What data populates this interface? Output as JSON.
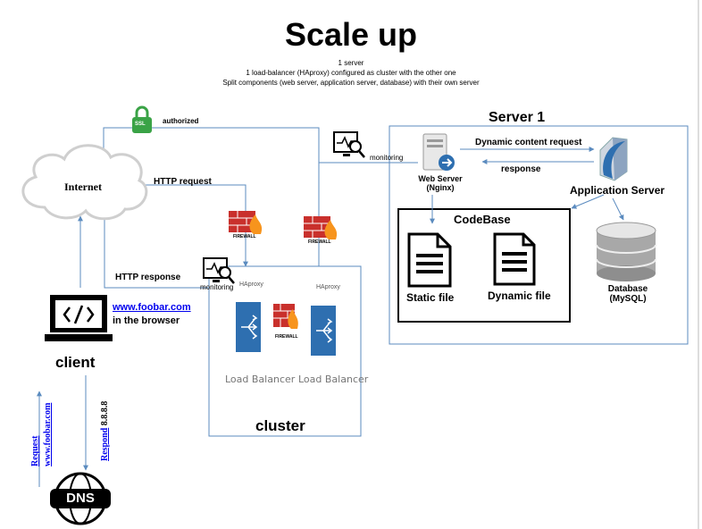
{
  "title": "Scale up",
  "subtitle": [
    "1 server",
    "1 load-balancer (HAproxy) configured as cluster with the other one",
    "Split components (web server, application server, database) with their own server"
  ],
  "nodes": {
    "internet": "Internet",
    "client": "client",
    "dns": "DNS",
    "server1": "Server 1",
    "web_server": "Web Server",
    "web_server_sub": "(Nginx)",
    "app_server": "Application Server",
    "database": "Database",
    "database_sub": "(MySQL)",
    "codebase": "CodeBase",
    "static_file": "Static file",
    "dynamic_file": "Dynamic file",
    "cluster": "cluster",
    "haproxy": "HAproxy",
    "load_balancer": "Load Balancer",
    "firewall": "FIREWALL",
    "ssl": "SSL"
  },
  "edges": {
    "authorized": "authorized",
    "http_request": "HTTP request",
    "http_response": "HTTP response",
    "monitoring": "monitoring",
    "dynamic_request": "Dynamic content request",
    "response": "response",
    "dns_request": "Request",
    "dns_request_domain": "www.foobar.com",
    "dns_respond": "Respond",
    "dns_respond_ip": "8.8.8.8"
  },
  "browser": {
    "url": "www.foobar.com",
    "suffix": "in the browser"
  },
  "colors": {
    "line": "#5b8bbf",
    "firewall_red": "#c9302c",
    "firewall_flame": "#f7941d",
    "lb_blue": "#2e6fb0",
    "ssl_green": "#3aa346"
  }
}
